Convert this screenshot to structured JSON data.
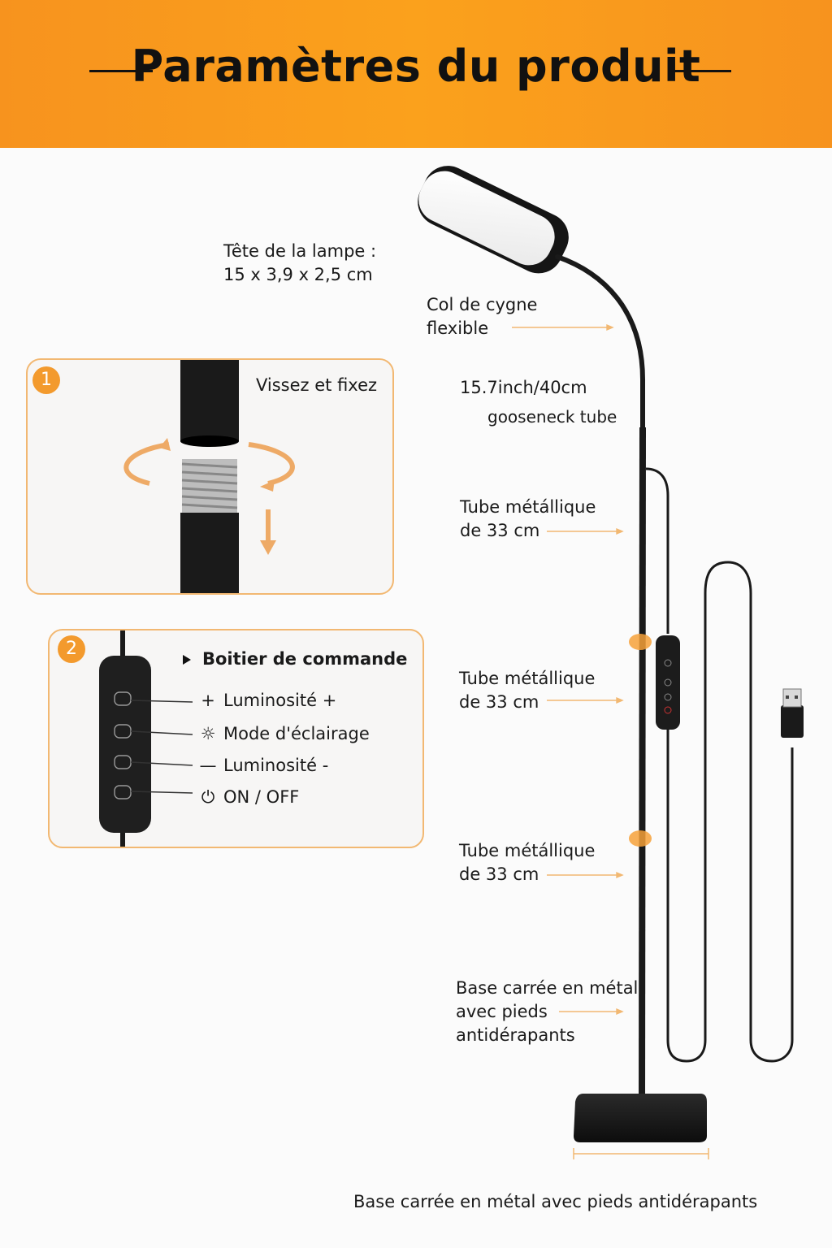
{
  "header": {
    "title": "Paramètres du produit"
  },
  "lamp_head": {
    "line1": "Tête de la lampe :",
    "line2": "15 x 3,9 x 2,5 cm"
  },
  "gooseneck": {
    "line1": "Col de cygne",
    "line2": "flexible"
  },
  "gooseneck_spec": {
    "line1": "15.7inch/40cm",
    "line2": "gooseneck tube"
  },
  "tube_1": {
    "line1": "Tube métállique",
    "line2": "de 33 cm"
  },
  "tube_2": {
    "line1": "Tube métállique",
    "line2": "de 33 cm"
  },
  "tube_3": {
    "line1": "Tube métállique",
    "line2": "de 33 cm"
  },
  "base": {
    "line1": "Base carrée en métal",
    "line2": "avec pieds",
    "line3": "antidérapants"
  },
  "footer": {
    "caption": "Base carrée en métal avec pieds antidérapants"
  },
  "step1": {
    "badge": "1",
    "caption": "Vissez et fixez"
  },
  "step2": {
    "badge": "2",
    "title": "Boitier de commande",
    "controls": [
      {
        "symbol": "+",
        "label": "Luminosité +",
        "icon": "plus-icon"
      },
      {
        "symbol": "☼",
        "label": "Mode d'éclairage",
        "icon": "sun-icon"
      },
      {
        "symbol": "—",
        "label": "Luminosité -",
        "icon": "minus-icon"
      },
      {
        "symbol": "⏻",
        "label": "ON / OFF",
        "icon": "power-icon"
      }
    ]
  },
  "colors": {
    "accent": "#f7931e",
    "box_border": "#f2b872",
    "dark": "#111111"
  }
}
